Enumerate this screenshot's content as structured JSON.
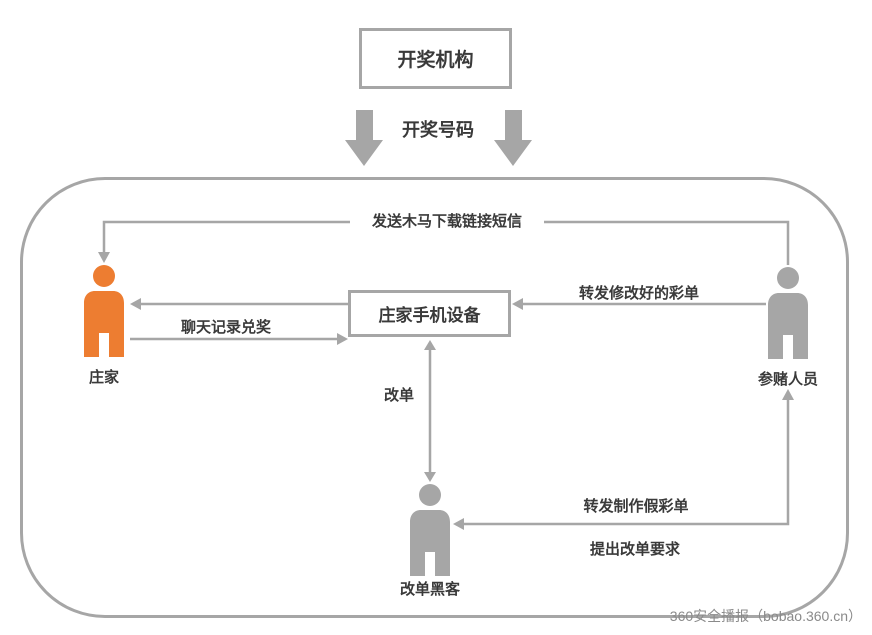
{
  "title_box": {
    "label": "开奖机构"
  },
  "flow_top": {
    "label": "开奖号码"
  },
  "device_box": {
    "label": "庄家手机设备"
  },
  "actors": {
    "banker": {
      "label": "庄家"
    },
    "gamblers": {
      "label": "参赌人员"
    },
    "hacker": {
      "label": "改单黑客"
    }
  },
  "edges": {
    "trojan_sms": "发送木马下载链接短信",
    "chat_redeem": "聊天记录兑奖",
    "forward_modified_ticket": "转发修改好的彩单",
    "modify_order": "改单",
    "forward_fake_ticket": "转发制作假彩单",
    "request_modify": "提出改单要求"
  },
  "watermark": "360安全播报（bobao.360.cn）",
  "colors": {
    "accent_orange": "#ED7D31",
    "line_gray": "#A6A6A6",
    "text_dark": "#3A3A3A",
    "watermark_gray": "#8A8A8A"
  }
}
